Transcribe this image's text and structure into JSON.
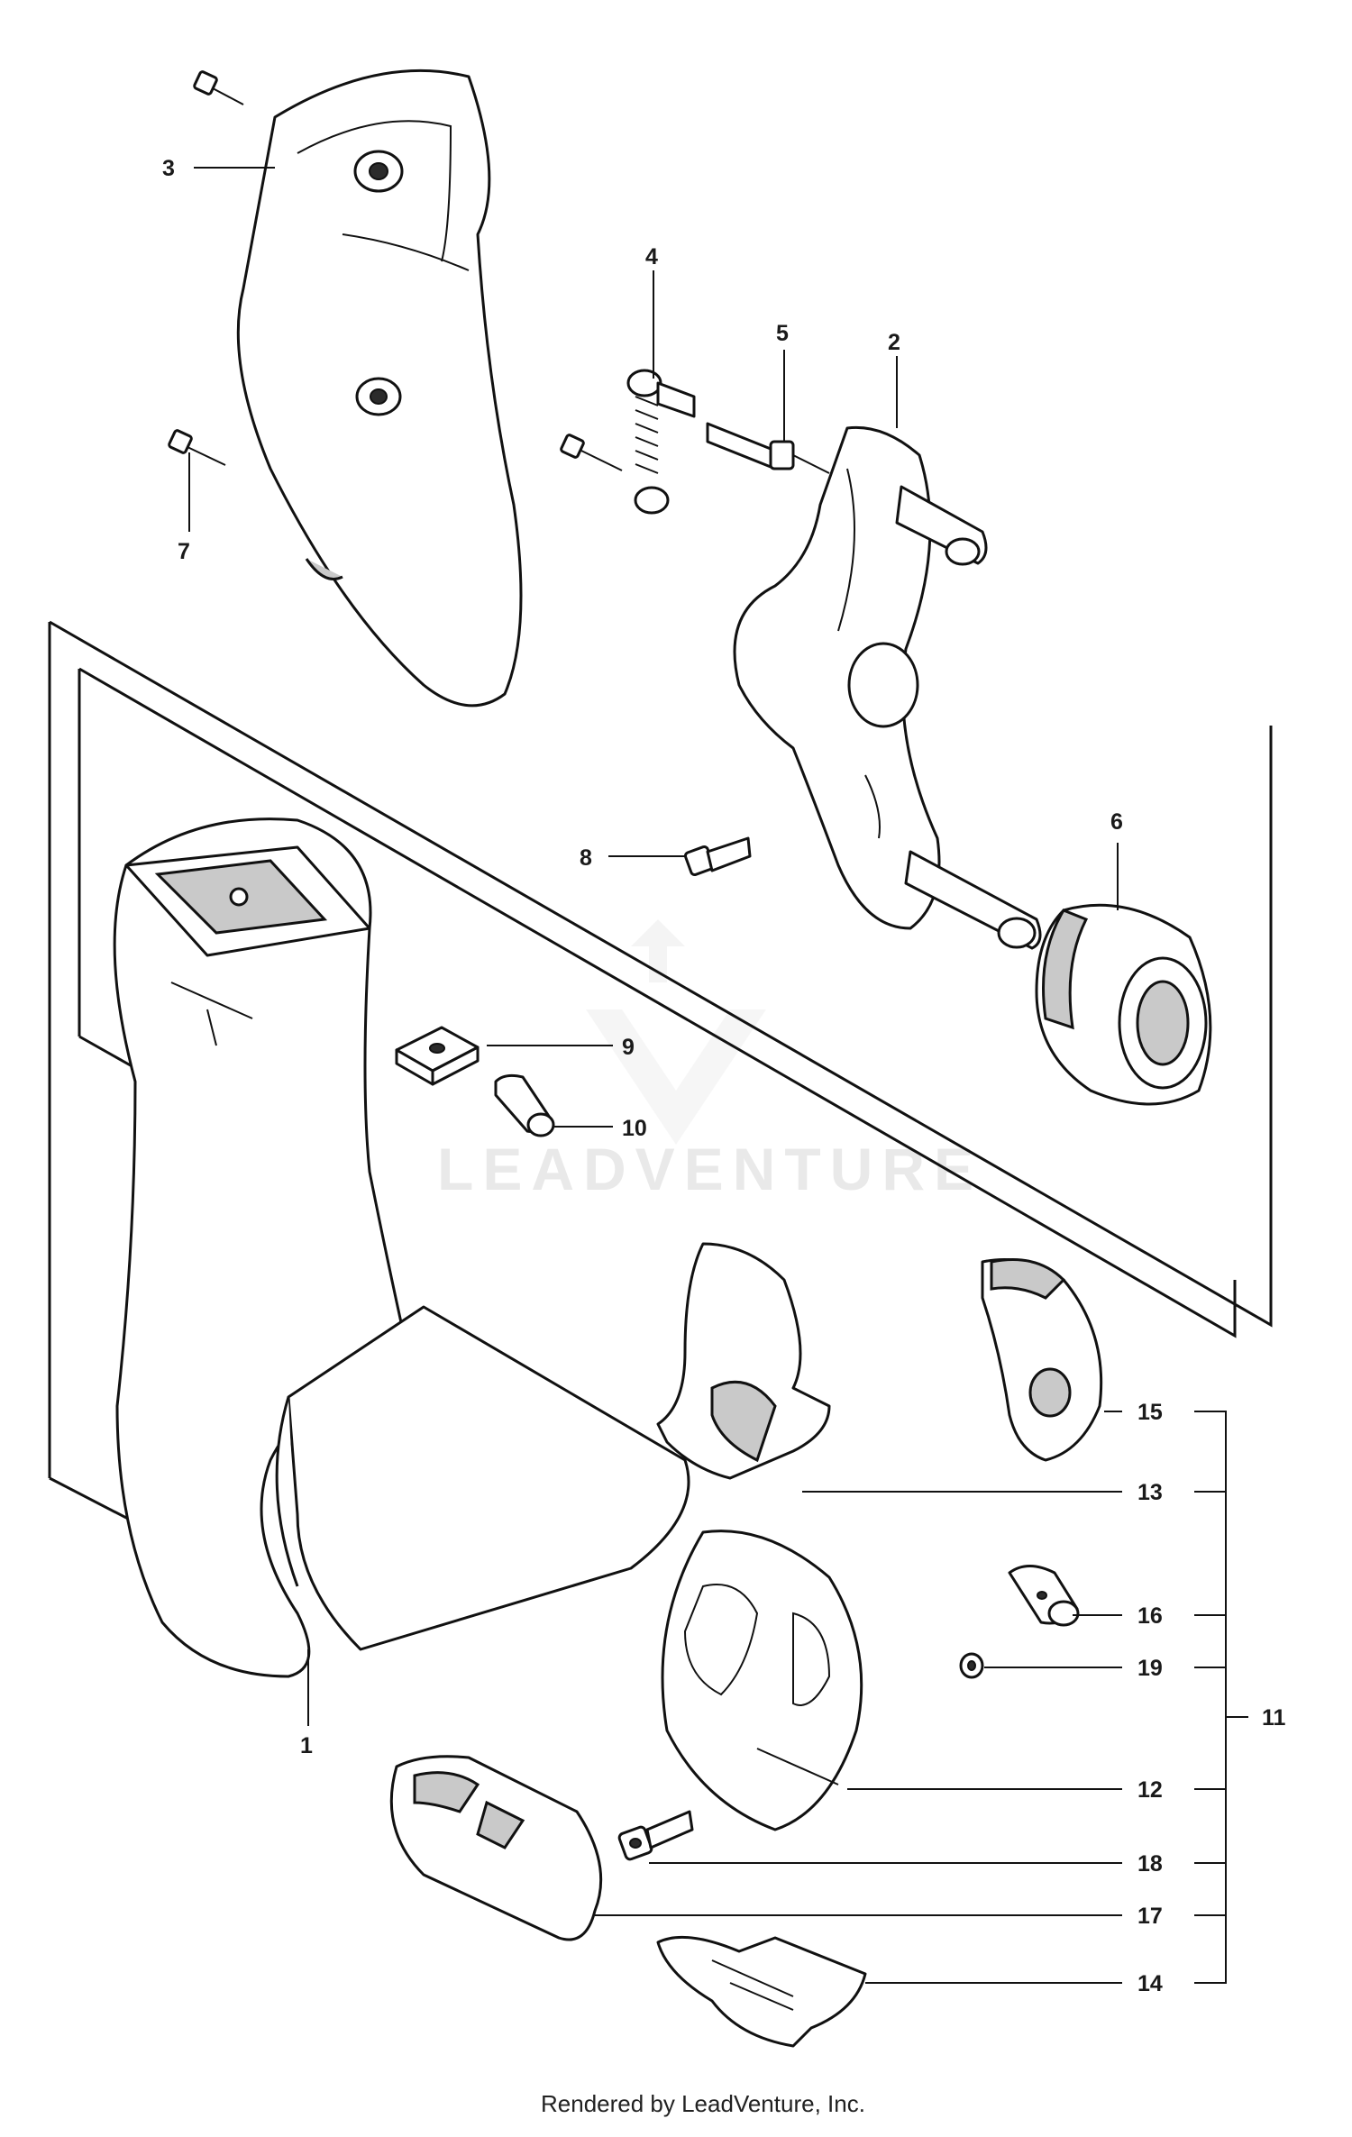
{
  "diagram": {
    "callouts": {
      "c1": "1",
      "c2": "2",
      "c3": "3",
      "c4": "4",
      "c5": "5",
      "c6": "6",
      "c7": "7",
      "c8": "8",
      "c9": "9",
      "c10": "10",
      "c11": "11",
      "c12": "12",
      "c13": "13",
      "c14": "14",
      "c15": "15",
      "c16": "16",
      "c17": "17",
      "c18": "18",
      "c19": "19"
    },
    "watermark": "LEADVENTURE",
    "footer": "Rendered by LeadVenture, Inc."
  }
}
